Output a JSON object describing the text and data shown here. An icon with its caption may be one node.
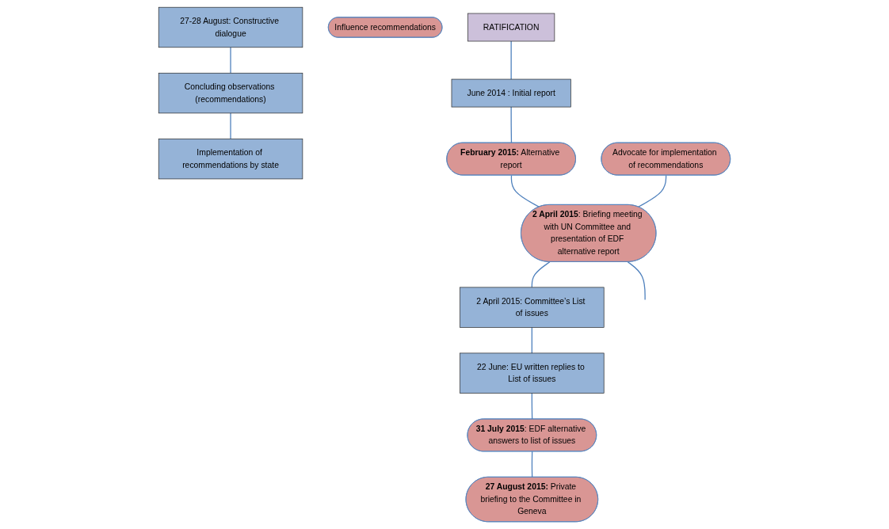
{
  "diagram": {
    "nodes": [
      {
        "text": [
          "RATIFICATION"
        ]
      },
      {
        "text": [
          "Implementation of recommendations by state"
        ]
      },
      {
        "text": [
          "June 2014 : Initial report"
        ]
      },
      {
        "text": [
          "Advocate for implementation of recommendations"
        ]
      },
      {
        "text": [
          "Concluding observations (recommendations)"
        ]
      },
      {
        "text": [
          "**February 2015:** Alternative report"
        ]
      },
      {
        "text": [
          "Influence recommendations"
        ]
      },
      {
        "text": [
          "27-28 August: Constructive dialogue"
        ]
      },
      {
        "text": [
          "**2 April 2015**: Briefing meeting with UN Committee and presentation of EDF alternative report"
        ]
      },
      {
        "text": [
          "**27 August 2015:** Private briefing to the Committee in Geneva"
        ]
      },
      {
        "text": [
          "2 April 2015: Committee’s List of issues"
        ]
      },
      {
        "text": [
          "**31 July 2015**: EDF alternative answers to list of issues"
        ]
      },
      {
        "text": [
          "22 June: EU written replies to List of issues"
        ]
      }
    ],
    "edges": [
      {
        "from": 0,
        "to": 2,
        "arrow": "none"
      },
      {
        "from": 2,
        "to": 5,
        "arrow": "none"
      },
      {
        "from": 5,
        "to": 8,
        "arrow": "none"
      },
      {
        "from": 8,
        "to": null,
        "arrow": "none"
      },
      {
        "from": 3,
        "to": 8,
        "arrow": "none"
      },
      {
        "from": 8,
        "to": 10,
        "arrow": "none"
      },
      {
        "from": 10,
        "to": 12,
        "arrow": "none"
      },
      {
        "from": 12,
        "to": 11,
        "arrow": "none"
      },
      {
        "from": 11,
        "to": 9,
        "arrow": "none"
      },
      {
        "from": 7,
        "to": 4,
        "arrow": "none"
      },
      {
        "from": 4,
        "to": 1,
        "arrow": "none"
      }
    ]
  }
}
